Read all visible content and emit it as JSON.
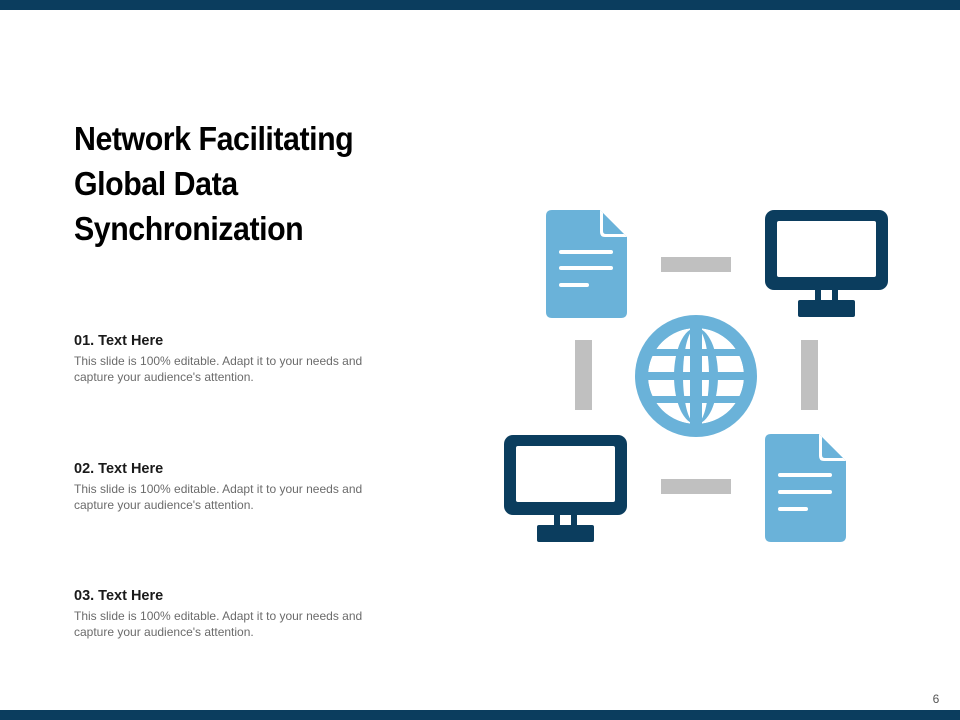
{
  "slide": {
    "title": "Network Facilitating Global Data Synchronization",
    "page_number": "6",
    "colors": {
      "dark_blue": "#0b3d5e",
      "light_blue": "#6ab2d9",
      "connector_gray": "#c0c0c0"
    }
  },
  "items": [
    {
      "heading": "01. Text Here",
      "text": "This slide is 100% editable. Adapt it to your needs and capture your audience's attention."
    },
    {
      "heading": "02. Text Here",
      "text": "This slide is 100% editable. Adapt it to your needs and capture your audience's attention."
    },
    {
      "heading": "03. Text Here",
      "text": "This slide is 100% editable. Adapt it to your needs and capture your audience's attention."
    }
  ],
  "diagram": {
    "icons": [
      "document-icon",
      "monitor-icon",
      "globe-icon",
      "monitor-icon",
      "document-icon"
    ]
  }
}
